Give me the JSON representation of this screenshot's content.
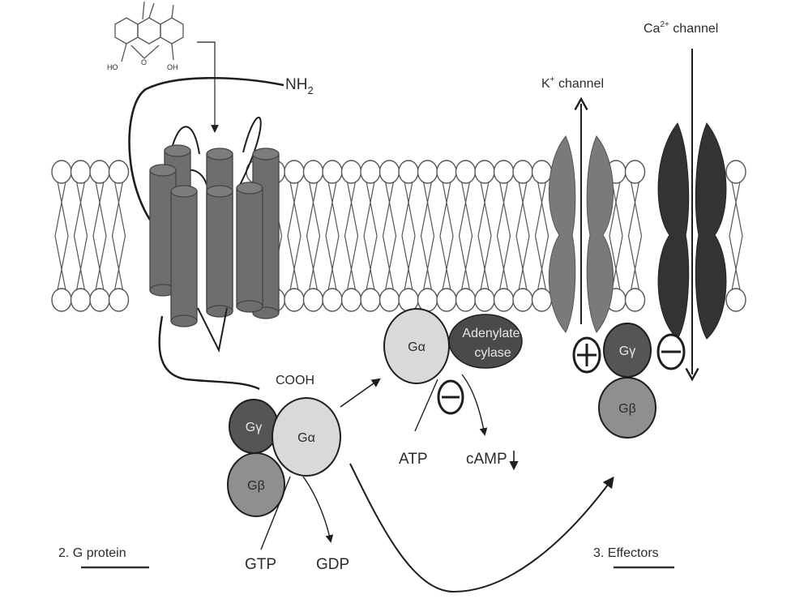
{
  "ligand": {
    "name_hint": "morphine-structure",
    "labels": {
      "ho": "HO",
      "o": "O",
      "oh": "OH"
    }
  },
  "receptor": {
    "n_terminus": "NH",
    "n_terminus_sub": "2",
    "c_terminus": "COOH",
    "helix_count": 7
  },
  "g_protein_left": {
    "alpha": "Gα",
    "beta": "Gβ",
    "gamma": "Gγ",
    "gtp": "GTP",
    "gdp": "GDP"
  },
  "adenylate_cyclase": {
    "alpha": "Gα",
    "enzyme_line1": "Adenylate",
    "enzyme_line2": "cylase",
    "inhibit_sign": "−",
    "atp": "ATP",
    "camp": "cAMP"
  },
  "channels": {
    "k_label": "K",
    "k_sup": "+",
    "k_suffix": " channel",
    "ca_label": "Ca",
    "ca_sup": "2+",
    "ca_suffix": " channel",
    "k_effect_sign": "+",
    "ca_effect_sign": "−"
  },
  "effector_dimer": {
    "gamma": "Gγ",
    "beta": "Gβ"
  },
  "section_labels": {
    "g_protein_num": "2. ",
    "g_protein_text": "G protein",
    "effectors_num": "3. ",
    "effectors_text": "Effectors"
  },
  "colors": {
    "helix": "#6e6e6e",
    "k_channel": "#7a7a7a",
    "ca_channel": "#333333",
    "g_alpha": "#d9d9d9",
    "g_beta": "#8f8f8f",
    "g_gamma": "#555555",
    "adenylate_cyclase": "#4a4a4a",
    "line": "#1e1e1e",
    "lipid": "#555555"
  }
}
